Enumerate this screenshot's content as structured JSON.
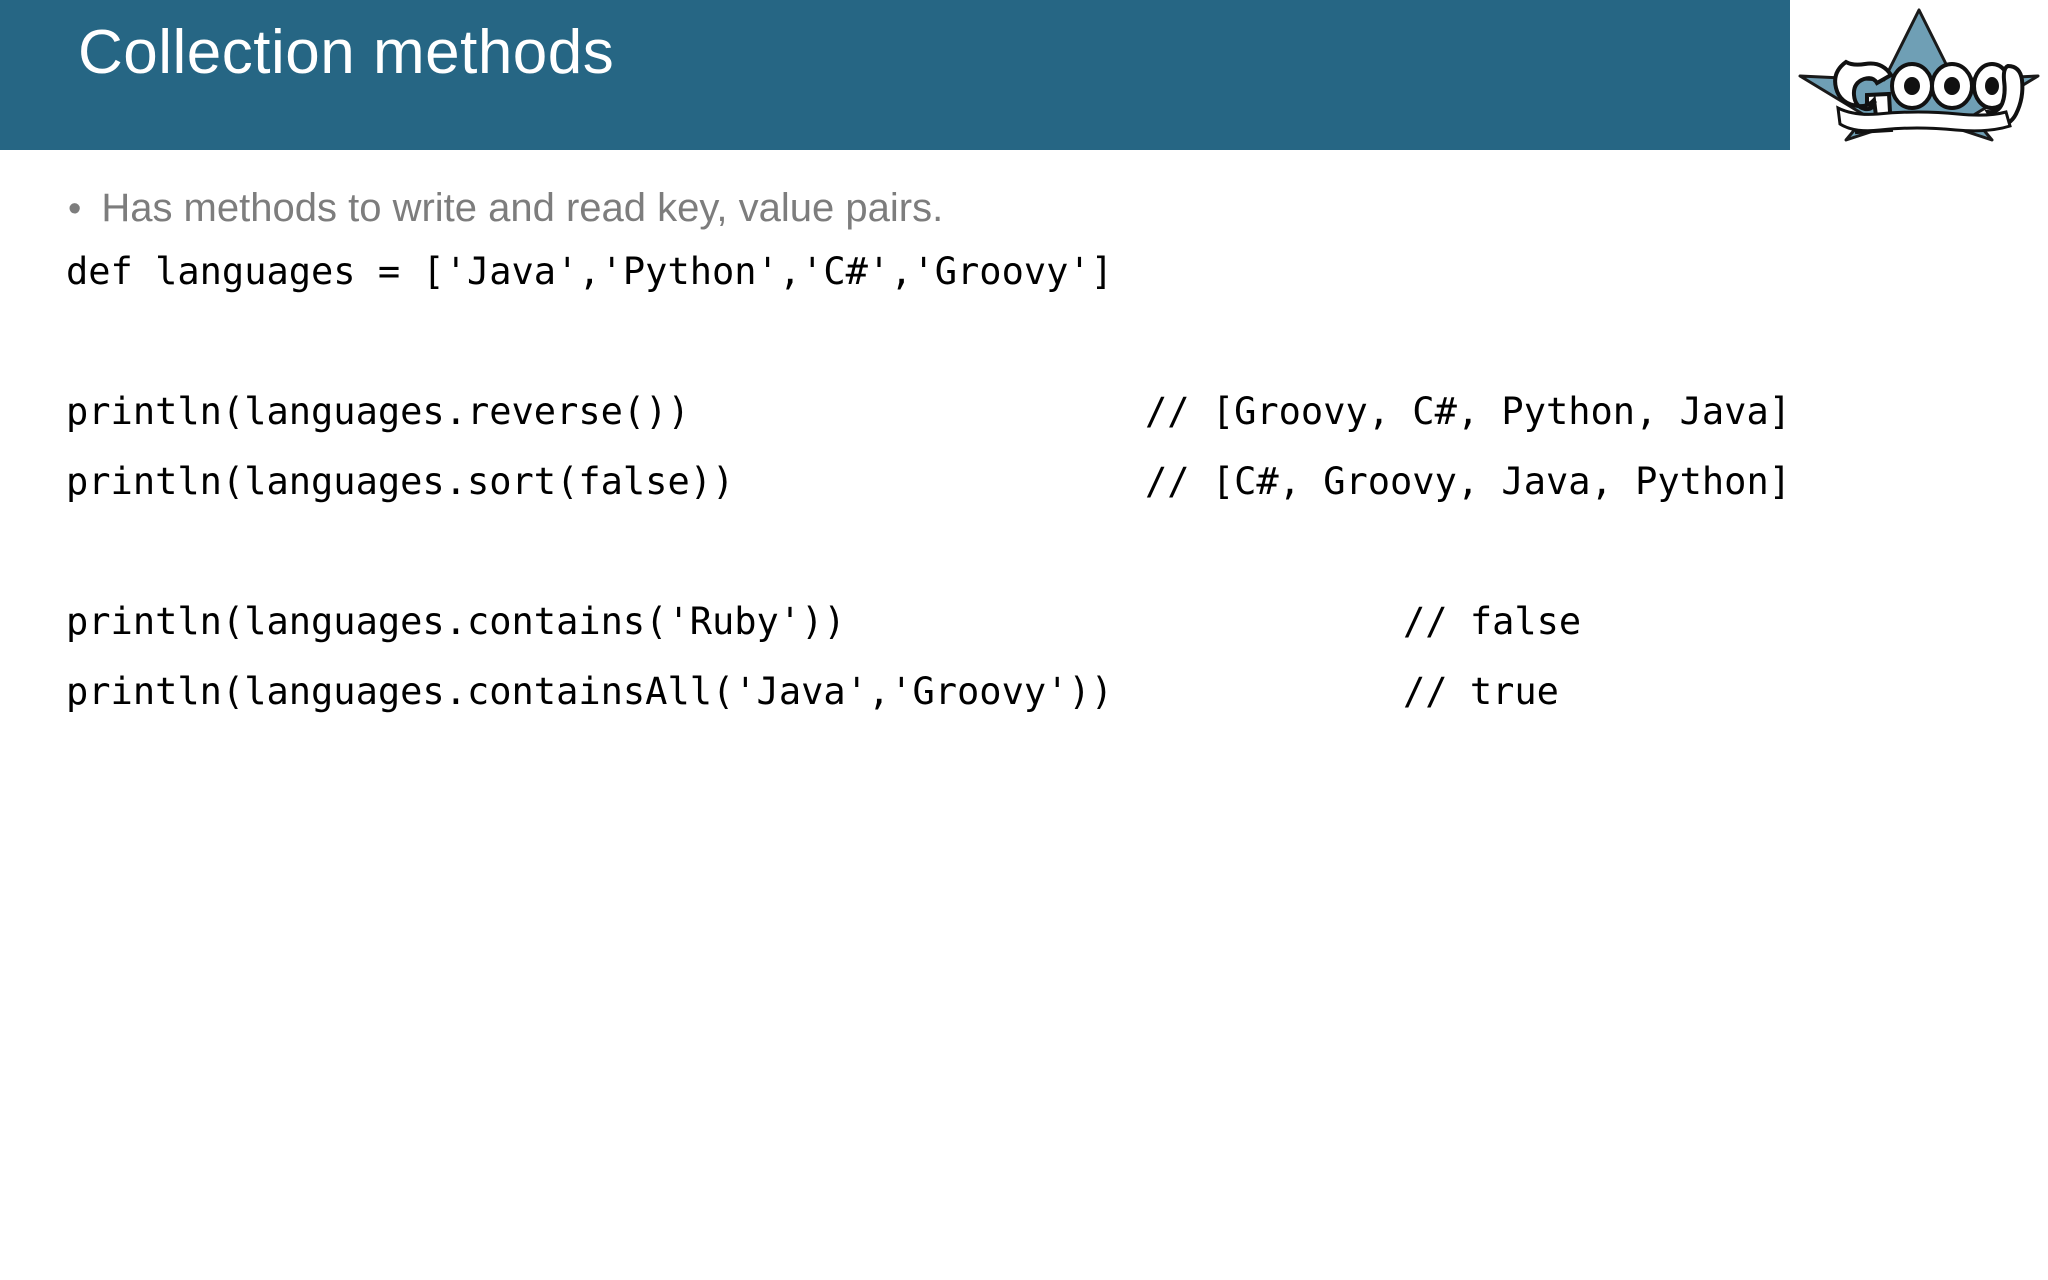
{
  "slide": {
    "title": "Collection methods",
    "header_color": "#266684",
    "title_color": "#ffffff",
    "background_color": "#ffffff",
    "bullet_text_color": "#7d7d7d",
    "code_text_color": "#000000"
  },
  "logo": {
    "name": "groovy-logo",
    "wordmark": "Groovy",
    "star_color": "#6f9fb5",
    "outline_color": "#1a1a1a"
  },
  "bullets": [
    {
      "marker": "•",
      "text": "Has methods to write and read key, value pairs."
    }
  ],
  "code": {
    "lines": [
      {
        "main": "def languages = ['Java','Python','C#','Groovy']",
        "comment": "",
        "comment_col": ""
      },
      {
        "main": "",
        "comment": "",
        "comment_col": ""
      },
      {
        "main": "println(languages.reverse())",
        "comment": "// [Groovy, C#, Python, Java]",
        "comment_col": "col-a"
      },
      {
        "main": "println(languages.sort(false))",
        "comment": "// [C#, Groovy, Java, Python]",
        "comment_col": "col-a"
      },
      {
        "main": "",
        "comment": "",
        "comment_col": ""
      },
      {
        "main": "println(languages.contains('Ruby'))",
        "comment": "// false",
        "comment_col": "col-b"
      },
      {
        "main": "println(languages.containsAll('Java','Groovy'))",
        "comment": "// true",
        "comment_col": "col-b"
      }
    ]
  }
}
